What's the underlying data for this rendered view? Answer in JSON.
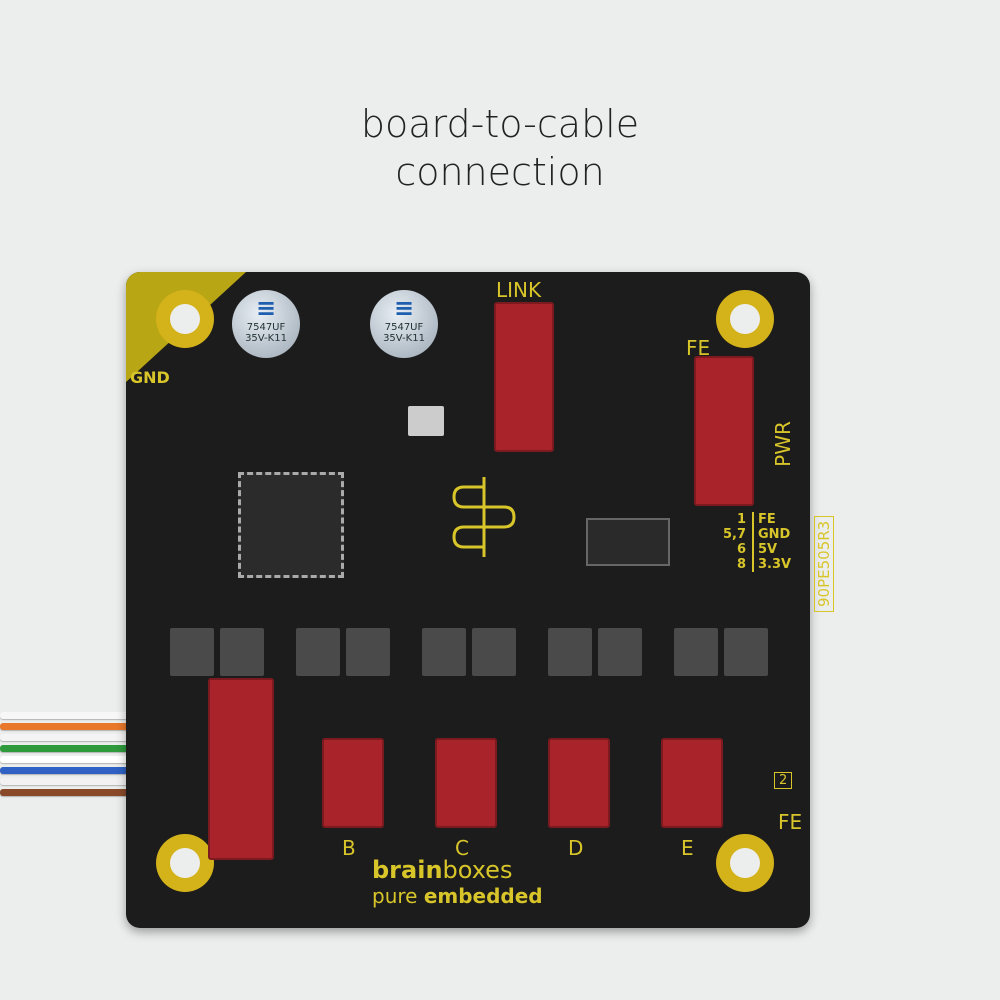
{
  "caption": {
    "line1": "board-to-cable",
    "line2": "connection"
  },
  "board": {
    "labels": {
      "gnd": "GND",
      "link": "LINK",
      "fe_top": "FE",
      "pwr": "PWR",
      "fe_bottom": "FE",
      "part_number": "90PE505R3",
      "panel": "2"
    },
    "capacitors": [
      {
        "value": "7547UF",
        "rating": "35V-K11"
      },
      {
        "value": "7547UF",
        "rating": "35V-K11"
      }
    ],
    "pinout": [
      {
        "pin": "1",
        "signal": "FE"
      },
      {
        "pin": "5,7",
        "signal": "GND"
      },
      {
        "pin": "6",
        "signal": "5V"
      },
      {
        "pin": "8",
        "signal": "3.3V"
      }
    ],
    "ports": [
      "B",
      "C",
      "D",
      "E"
    ],
    "brand": {
      "name_a": "brain",
      "name_b": "boxes",
      "tagline_a": "pure ",
      "tagline_b": "embedded"
    }
  },
  "colors": {
    "pcb": "#1c1c1c",
    "silkscreen": "#d8c52a",
    "connector": "#a8232a",
    "gold": "#d4b21a"
  },
  "wire_colors": [
    "#f7f7f7",
    "#e9782a",
    "#f4f4f4",
    "#2f9a3c",
    "#ffffff",
    "#2f62c4",
    "#f2f2f2",
    "#8a4a2a"
  ]
}
